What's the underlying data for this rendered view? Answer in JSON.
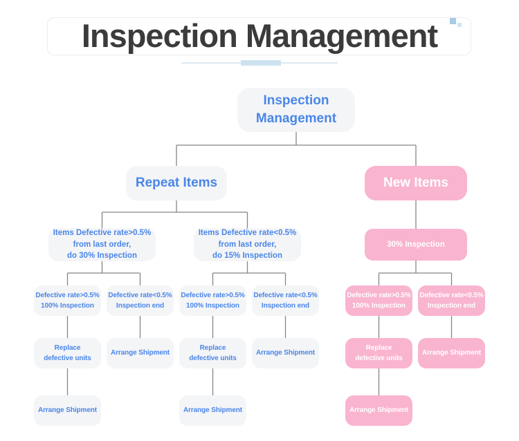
{
  "header": {
    "title": "Inspection Management"
  },
  "colors": {
    "accent_blue": "#4a86e8",
    "node_gray": "#f4f5f7",
    "node_pink": "#f9b4cf",
    "connector_gray": "#858585",
    "title_text": "#3b3b3d",
    "underline_blue": "#cde2f0"
  },
  "tree": {
    "root": "Inspection\nManagement",
    "repeat_items": "Repeat Items",
    "new_items": "New Items",
    "repeat_high_rate": "Items Defective rate>0.5%\nfrom last order,\ndo 30% Inspection",
    "repeat_low_rate": "Items Defective rate<0.5%\nfrom last order,\ndo 15% Inspection",
    "new_inspection": "30% Inspection",
    "defect_high": "Defective rate>0.5%\n100% Inspection",
    "defect_low": "Defective rate<0.5%\nInspection end",
    "replace_units": "Replace\ndefective units",
    "arrange_shipment": "Arrange Shipment"
  }
}
